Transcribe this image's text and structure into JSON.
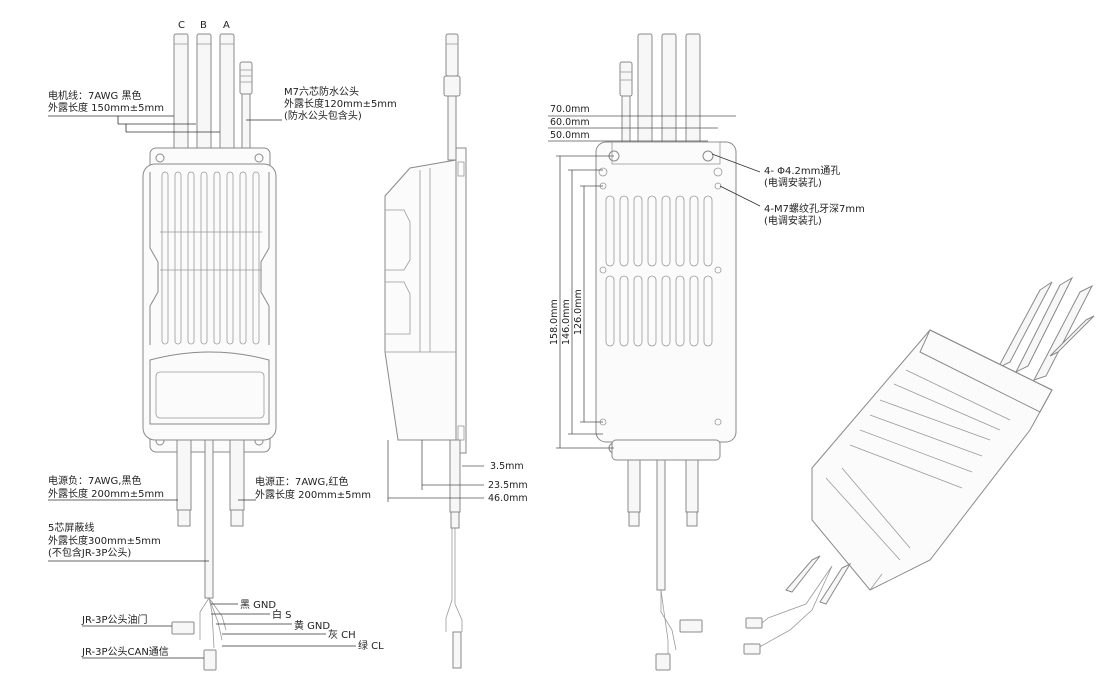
{
  "phase_labels": {
    "c": "C",
    "b": "B",
    "a": "A"
  },
  "callouts": {
    "motor_wire_line1": "电机线：7AWG 黑色",
    "motor_wire_line2": "外露长度 150mm±5mm",
    "m7_line1": "M7六芯防水公头",
    "m7_line2": "外露长度120mm±5mm",
    "m7_line3": "(防水公头包含头)",
    "neg_line1": "电源负：7AWG,黑色",
    "neg_line2": "外露长度 200mm±5mm",
    "pos_line1": "电源正：7AWG,红色",
    "pos_line2": "外露长度 200mm±5mm",
    "shield_line1": "5芯屏蔽线",
    "shield_line2": "外露长度300mm±5mm",
    "shield_line3": "(不包含JR-3P公头)",
    "jr_throttle": "JR-3P公头油门",
    "jr_can": "JR-3P公头CAN通信",
    "wire_black": "黑 GND",
    "wire_white": "白 S",
    "wire_yellow": "黄 GND",
    "wire_gray": "灰 CH",
    "wire_green": "绿 CL"
  },
  "side_dims": {
    "d1": "3.5mm",
    "d2": "23.5mm",
    "d3": "46.0mm"
  },
  "back_dims": {
    "w70": "70.0mm",
    "w60": "60.0mm",
    "w50": "50.0mm",
    "h158": "158.0mm",
    "h146": "146.0mm",
    "h126": "126.0mm",
    "hole1_line1": "4- Φ4.2mm通孔",
    "hole1_line2": "(电调安装孔)",
    "hole2_line1": "4-M7螺纹孔牙深7mm",
    "hole2_line2": "(电调安装孔)"
  }
}
